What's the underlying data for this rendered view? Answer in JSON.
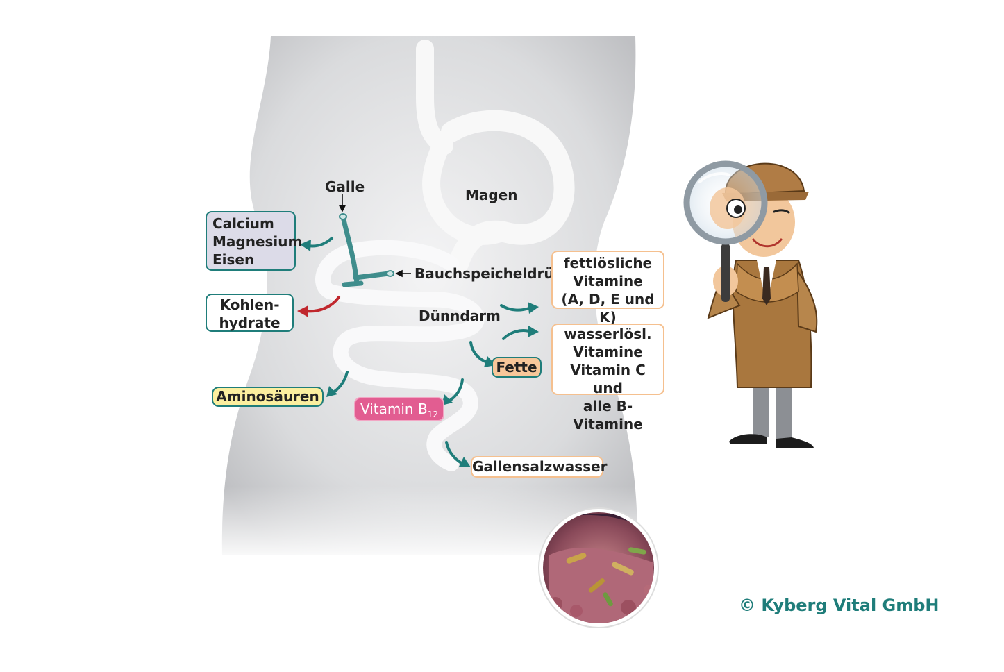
{
  "labels": {
    "galle": "Galle",
    "magen": "Magen",
    "bauchspeicheldruese": "Bauchspeicheldrüse",
    "duenndarm": "Dünndarm"
  },
  "boxes": {
    "minerals": [
      "Calcium",
      "Magnesium",
      "Eisen"
    ],
    "carbs": [
      "Kohlen-",
      "hydrate"
    ],
    "amino": "Aminosäuren",
    "b12": {
      "main": "Vitamin B",
      "sub": "12"
    },
    "fette": "Fette",
    "fat_soluble": [
      "fettlösliche",
      "Vitamine",
      "(A, D, E und K)"
    ],
    "water_soluble": [
      "wasserlösl.",
      "Vitamine",
      "Vitamin C und",
      "alle B-Vitamine"
    ],
    "bile_salt": "Gallensalzwasser"
  },
  "copyright": "© Kyberg Vital GmbH",
  "colors": {
    "teal": "#1f7d7a",
    "red": "#c0272d",
    "minerals_fill": "#dcdbe8",
    "amino_fill": "#fbef9f",
    "b12_fill": "#e25d91",
    "fette_fill": "#f7c79a",
    "peach_border": "#f5c08f"
  }
}
